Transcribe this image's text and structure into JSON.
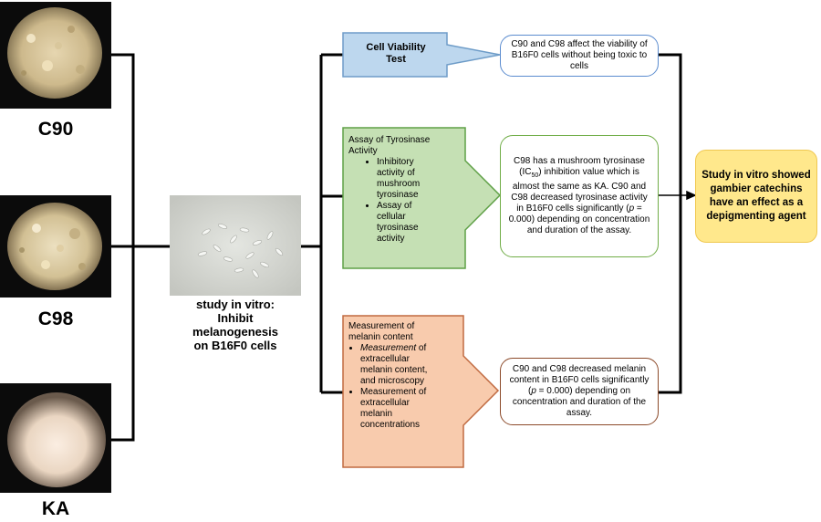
{
  "compounds": [
    {
      "label": "C90"
    },
    {
      "label": "C98"
    },
    {
      "label": "KA"
    }
  ],
  "center": {
    "line1": "study in vitro:",
    "line2": "Inhibit",
    "line3": "melanogenesis",
    "line4": "on B16F0 cells"
  },
  "assays": {
    "viability": {
      "line1": "Cell Viability",
      "line2": "Test"
    },
    "tyrosinase": {
      "title_line1": "Assay of Tyrosinase",
      "title_line2": "Activity",
      "bullet1": "Inhibitory activity of mushroom tyrosinase",
      "bullet2": "Assay of cellular tyrosinase activity"
    },
    "melanin": {
      "title_line1": "Measurement of",
      "title_line2": "melanin content",
      "bullet1_em": "Measurement",
      "bullet1_rest": " of extracellular melanin content, and microscopy",
      "bullet2": "Measurement of extracellular melanin concentrations"
    }
  },
  "results": {
    "viability": "C90 and C98 affect the viability of B16F0 cells without being toxic to cells",
    "tyrosinase": {
      "part1": "C98 has a mushroom tyrosinase (IC",
      "sub": "50",
      "part2": ") inhibition value which is almost the same as KA. C90 and C98 decreased tyrosinase activity in B16F0 cells significantly (",
      "p": "p",
      "part3": " = 0.000) depending on concentration and duration of the assay."
    },
    "melanin": {
      "part1": "C90 and C98 decreased melanin content in B16F0 cells significantly (",
      "p": "p",
      "part2": " = 0.000) depending on concentration and duration of the assay."
    }
  },
  "conclusion": "Study in vitro showed gambier catechins have an effect as a depigmenting agent",
  "colors": {
    "blue_fill": "#bdd7ee",
    "blue_stroke": "#6e9cc8",
    "green_fill": "#c5e0b4",
    "green_stroke": "#5fa046",
    "orange_fill": "#f8cbad",
    "orange_stroke": "#c06a40",
    "result_blue": "#5b8ccf",
    "result_green": "#70ad47",
    "result_brown": "#8c4a2a",
    "final_fill": "#ffe88c"
  }
}
